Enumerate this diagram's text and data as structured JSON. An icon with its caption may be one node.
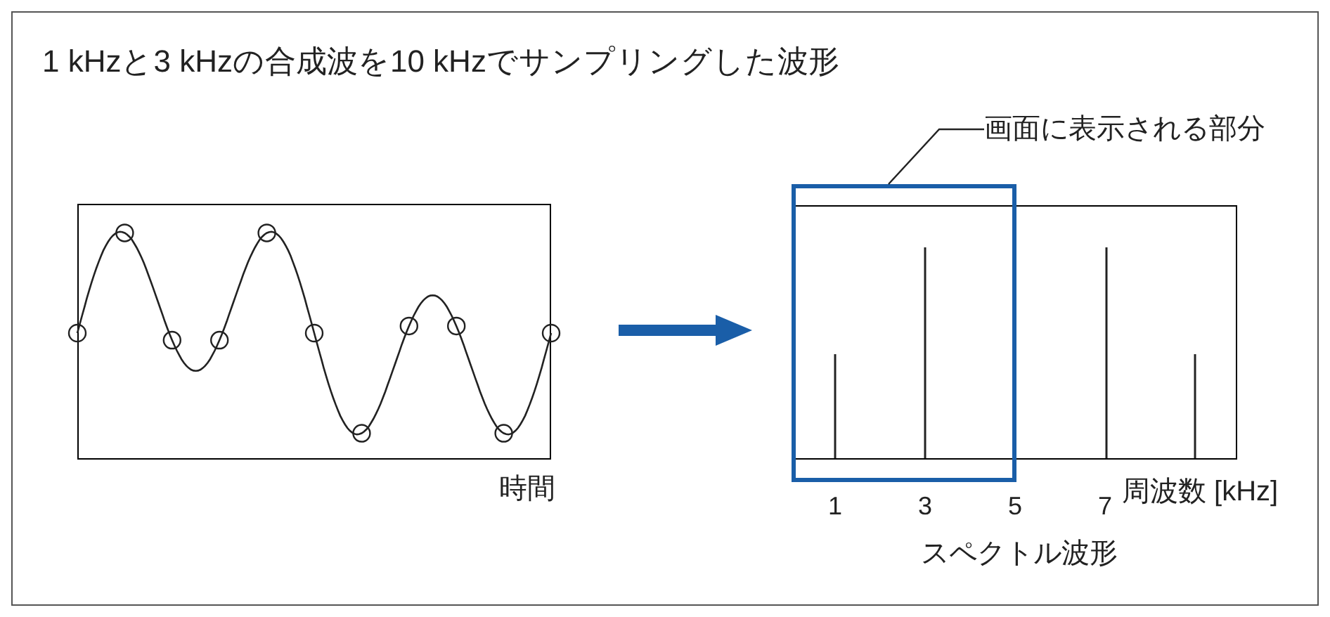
{
  "diagram": {
    "title": "1 kHzと3 kHzの合成波を10 kHzでサンプリングした波形",
    "nodes": [
      {
        "text": [],
        "shape": "box",
        "beside": [
          "時間"
        ]
      },
      {
        "text": [],
        "shape": "box",
        "beside": [
          "周波数 [kHz]",
          "スペクトル波形"
        ]
      },
      {
        "text": [
          "画面に表示される部分"
        ]
      },
      {
        "text": [],
        "shape": "box"
      }
    ],
    "edges": [
      {
        "from": 0,
        "to": 1,
        "arrow": "to",
        "style": "thick",
        "color": "#1a5ea8"
      },
      {
        "from": 2,
        "to": 3,
        "arrow": "none",
        "color": "#222222"
      }
    ],
    "labels": [
      "1",
      "3",
      "5",
      "7"
    ]
  }
}
